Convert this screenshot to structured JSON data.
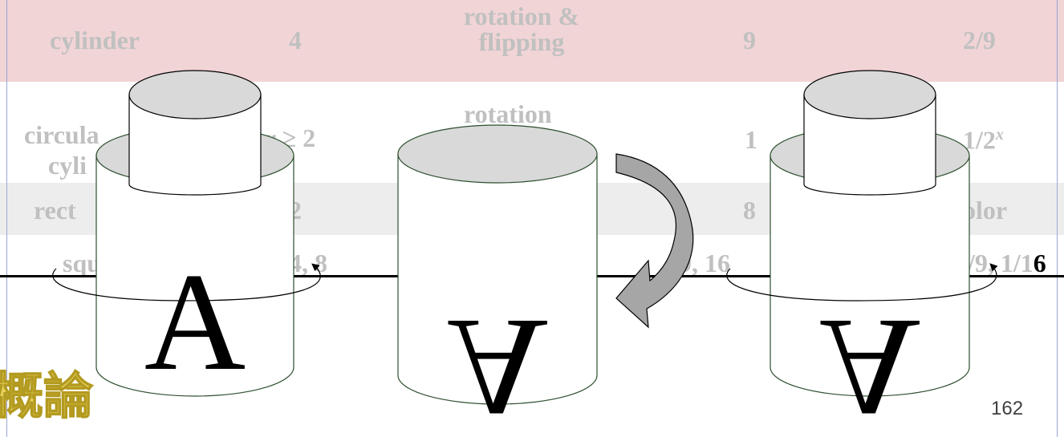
{
  "table": {
    "rows": [
      {
        "shape": "cylinder",
        "count": "4",
        "symmetry": "rotation &",
        "symmetry2": "flipping",
        "total": "9",
        "prob": "2/9"
      },
      {
        "shape": "circula",
        "shape2": "cyli",
        "count": "r ≥ 2",
        "symmetry": "rotation",
        "total": "1",
        "prob": "1/2",
        "prob_exp": "x"
      },
      {
        "shape": "rect",
        "count": "2",
        "total": "8",
        "prob": "olor"
      },
      {
        "shape": "squ",
        "count": "4, 8",
        "total": ", 9, 16",
        "prob": "/9, 1/1",
        "prob_tail": "6"
      }
    ]
  },
  "figures": {
    "left_letter": "A",
    "middle_letter": "A",
    "right_letter": "A"
  },
  "footer": {
    "logo_text": "概論",
    "page_number": "162"
  },
  "colors": {
    "pink_band": "#f1d4d6",
    "gray_band": "#ededed",
    "cylinder_top": "#d9d9d9",
    "arrow": "#a6a6a6",
    "logo": "#e8d35a"
  }
}
